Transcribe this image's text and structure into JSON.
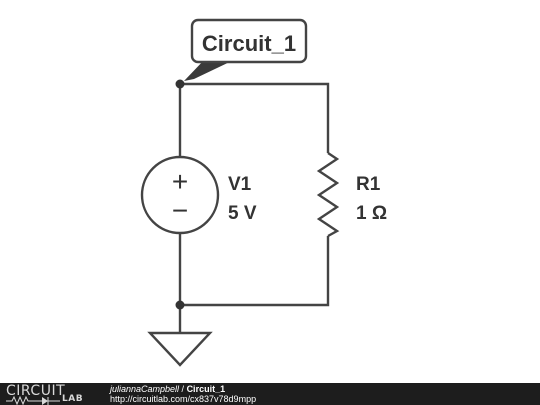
{
  "node_label": "Circuit_1",
  "source": {
    "name": "V1",
    "value": "5 V",
    "plus": "+",
    "minus": "−"
  },
  "resistor": {
    "name": "R1",
    "value": "1 Ω"
  },
  "footer": {
    "logo_top": "CIRCUIT",
    "logo_bottom": "LAB",
    "author": "juliannaCampbell",
    "separator": " / ",
    "title": "Circuit_1",
    "url": "http://circuitlab.com/cx837v78d9mpp"
  },
  "colors": {
    "wire": "#444444",
    "text": "#333333",
    "footer_bg": "#1d1d1d"
  }
}
